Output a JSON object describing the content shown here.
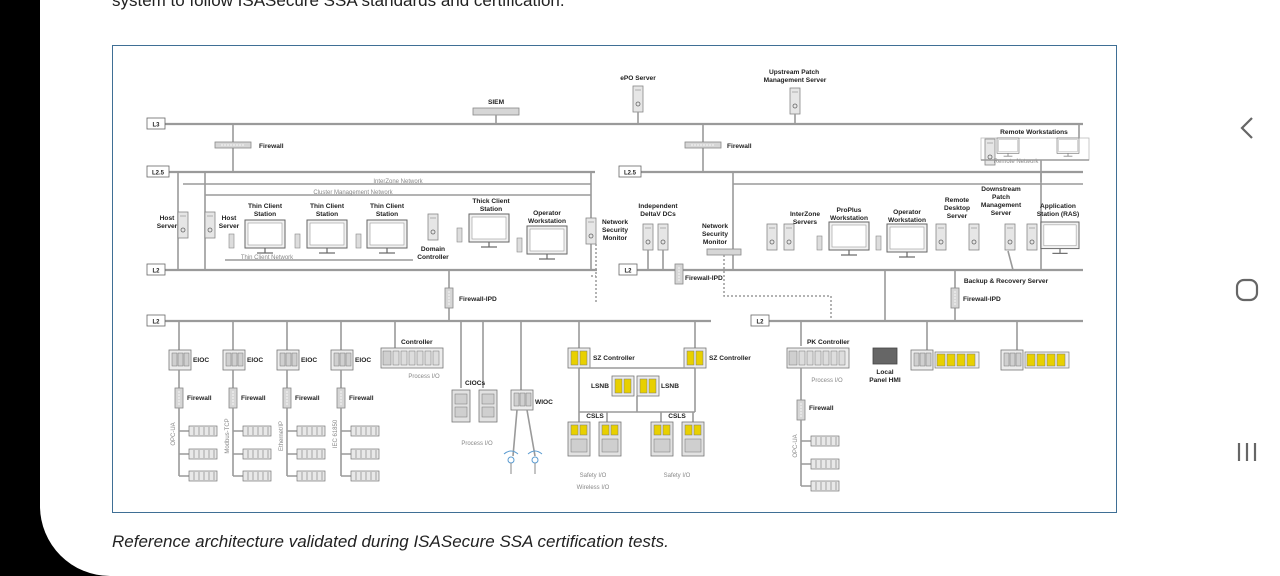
{
  "article": {
    "intro_text": "system to follow ISASecure SSA standards and certification.",
    "caption": "Reference architecture validated during ISASecure SSA certification tests."
  },
  "diagram": {
    "levels": {
      "l3": "L3",
      "l25": "L2.5",
      "l2": "L2"
    },
    "servers": {
      "siem": "SIEM",
      "epo": "ePO Server",
      "upstream_patch": "Upstream Patch Management Server",
      "remote_workstations": "Remote Workstations",
      "remote_network": "Remote Network"
    },
    "firewalls": {
      "firewall": "Firewall",
      "firewall_ipd": "Firewall-IPD"
    },
    "networks": {
      "interzone": "InterZone Network",
      "cluster": "Cluster Management Network",
      "thin_client": "Thin Client Network"
    },
    "nodes_left": {
      "host_server": "Host Server",
      "thin_client_station": "Thin Client Station",
      "domain_controller": "Domain Controller",
      "thick_client_station": "Thick Client Station",
      "operator_workstation": "Operator Workstation",
      "network_security_monitor": "Network Security Monitor"
    },
    "nodes_right": {
      "independent_deltav_dcs": "Independent DeltaV DCs",
      "network_security_monitor": "Network Security Monitor",
      "interzone_servers": "InterZone Servers",
      "proplus_workstation": "ProPlus Workstation",
      "operator_workstation": "Operator Workstation",
      "remote_desktop_server": "Remote Desktop Server",
      "downstream_patch": "Downstream Patch Management Server",
      "application_station": "Application Station (RAS)",
      "backup_recovery": "Backup & Recovery Server"
    },
    "field": {
      "eioc": "EIOC",
      "controller": "Controller",
      "process_io": "Process I/O",
      "cioc": "CIOCs",
      "wioc": "WIOC",
      "sz_controller": "SZ Controller",
      "lsnb": "LSNB",
      "csls": "CSLS",
      "safety_io": "Safety I/O",
      "wireless_io": "Wireless I/O",
      "pk_controller": "PK Controller",
      "local_panel_hmi": "Local Panel HMI"
    },
    "protocols": {
      "opc_ua": "OPC-UA",
      "modbus": "Modbus-TCP",
      "ethernet_ip": "Ethernet/IP",
      "iec": "IEC 61850"
    }
  },
  "nav": {
    "back_icon": "back-chevron-icon",
    "home_icon": "home-icon",
    "recent_icon": "recent-apps-icon"
  },
  "colors": {
    "frame": "#3f6f95",
    "bus": "#9a9a9a",
    "io_yellow": "#e8d000"
  }
}
